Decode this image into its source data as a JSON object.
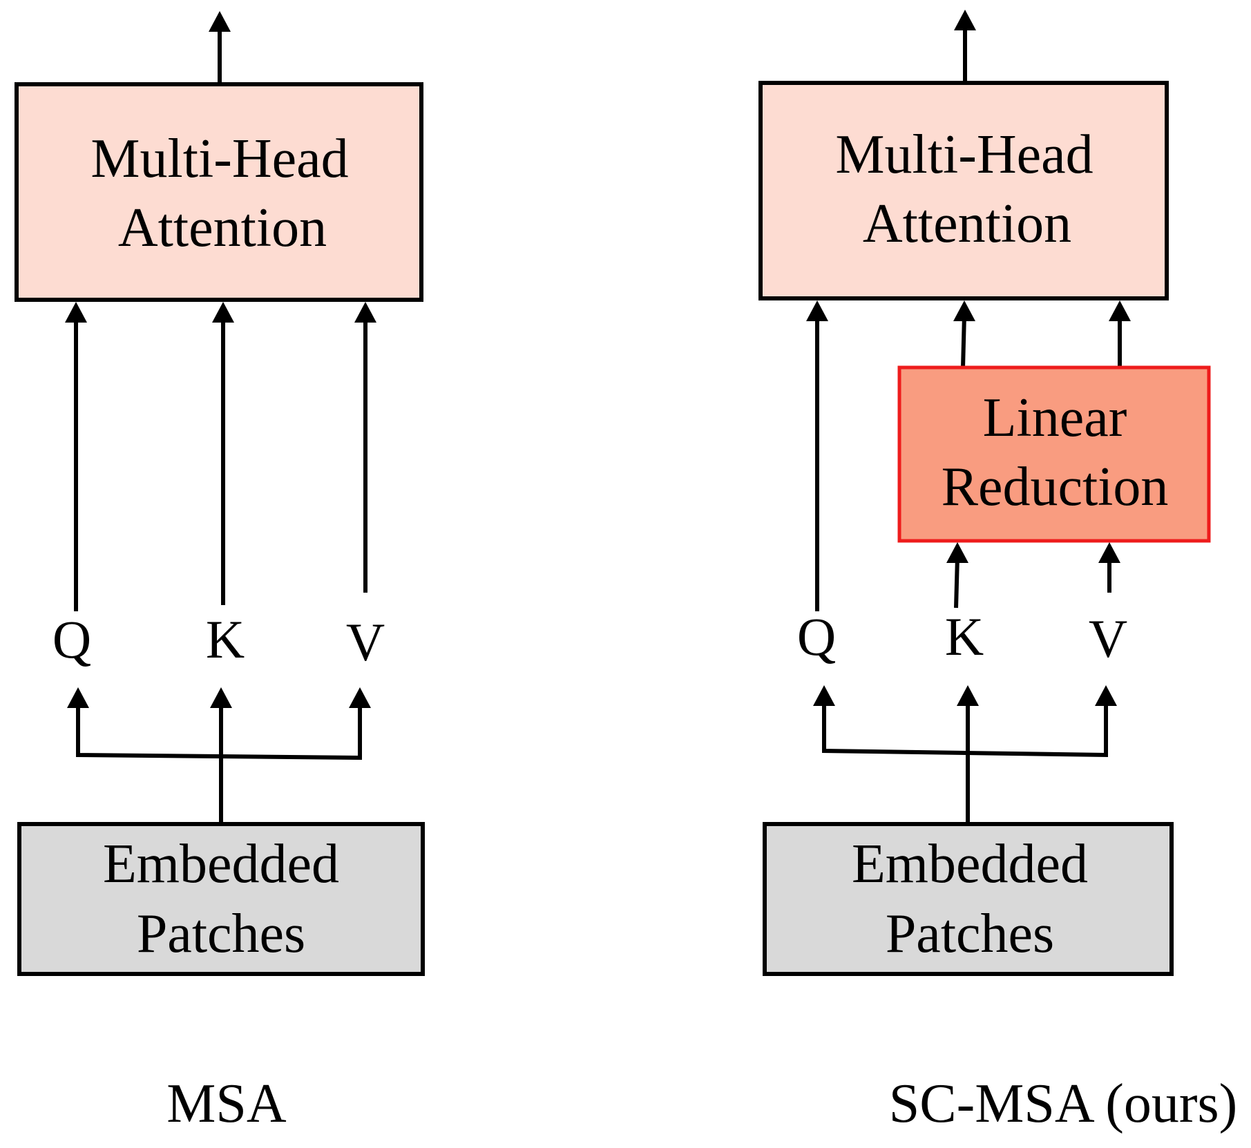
{
  "colors": {
    "attention_fill": "#fddcd2",
    "reduction_fill": "#f99c80",
    "reduction_border": "#ee1c1c",
    "embedded_fill": "#d9d9d9",
    "stroke": "#000000"
  },
  "left": {
    "attention": {
      "line1": "Multi-Head",
      "line2": "Attention"
    },
    "q": "Q",
    "k": "K",
    "v": "V",
    "embedded": {
      "line1": "Embedded",
      "line2": "Patches"
    },
    "caption": "MSA"
  },
  "right": {
    "attention": {
      "line1": "Multi-Head",
      "line2": "Attention"
    },
    "reduction": {
      "line1": "Linear",
      "line2": "Reduction"
    },
    "q": "Q",
    "k": "K",
    "v": "V",
    "embedded": {
      "line1": "Embedded",
      "line2": "Patches"
    },
    "caption": "SC-MSA (ours)"
  }
}
